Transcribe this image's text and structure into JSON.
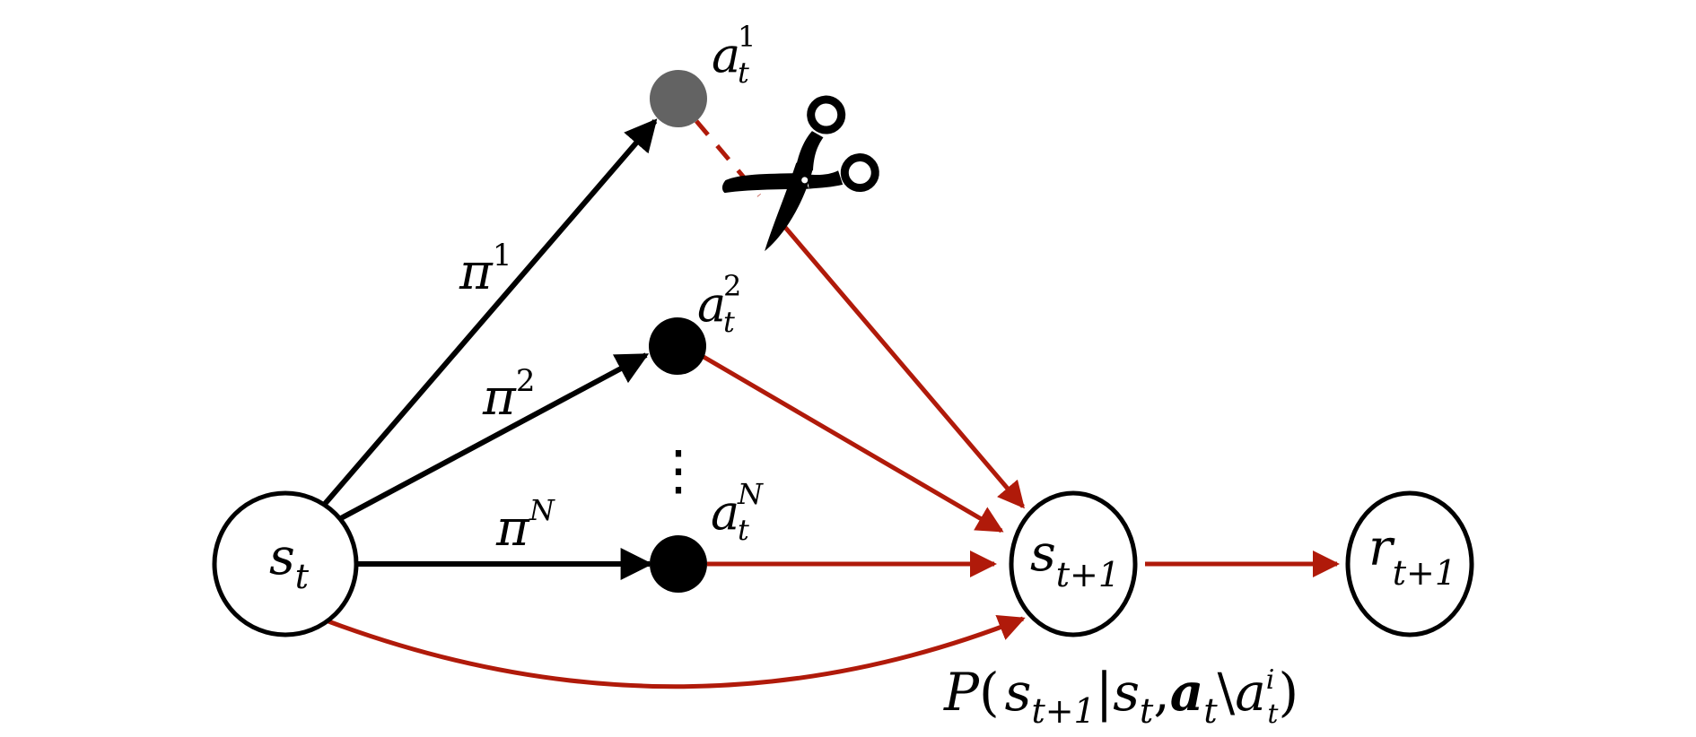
{
  "colors": {
    "black_edge": "#000000",
    "red_edge": "#b01a0a",
    "cut_node": "#636363",
    "action_node": "#000000",
    "node_fill": "#ffffff"
  },
  "nodes": {
    "s_t": {
      "main": "s",
      "sub": "t"
    },
    "s_t1": {
      "main": "s",
      "sub": "t+1"
    },
    "r_t1": {
      "main": "r",
      "sub": "t+1"
    },
    "a1": {
      "main": "a",
      "sub": "t",
      "sup": "1"
    },
    "a2": {
      "main": "a",
      "sub": "t",
      "sup": "2"
    },
    "aN": {
      "main": "a",
      "sub": "t",
      "sup": "N"
    },
    "ellipsis": "⋮"
  },
  "edges": {
    "pi1": {
      "main": "π",
      "sup": "1"
    },
    "pi2": {
      "main": "π",
      "sup": "2"
    },
    "piN": {
      "main": "π",
      "sup": "N"
    }
  },
  "transition_label": {
    "P": "P",
    "open": "(",
    "s": "s",
    "s_sub": "t+1",
    "bar": "|",
    "s2": "s",
    "s2_sub": "t",
    "comma": ",",
    "a_bold": "a",
    "a_sub": "t",
    "setminus": "\\",
    "a": "a",
    "a_sub2": "t",
    "a_sup": "i",
    "close": ")"
  },
  "icons": {
    "cut": "scissors-icon"
  }
}
